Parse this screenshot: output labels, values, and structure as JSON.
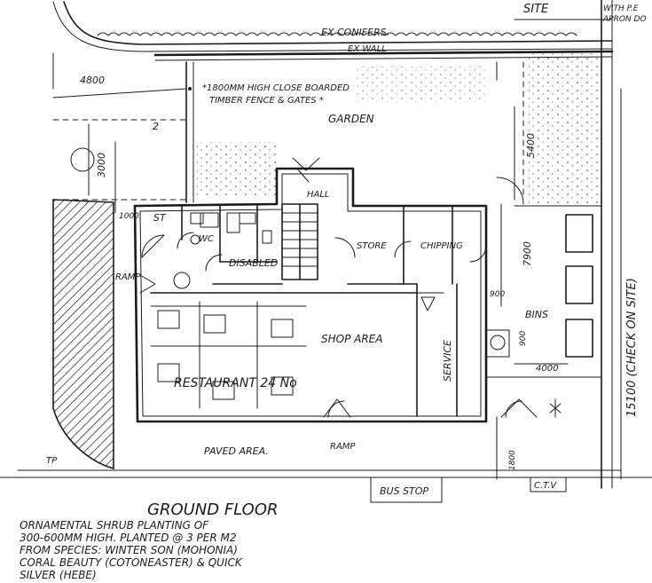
{
  "labels": {
    "site": "SITE",
    "with_pie": "WITH P.E",
    "apron_do": "APRON DO",
    "ex_conifers": "EX CONIFERS.",
    "ex_wall": "EX WALL",
    "dim_4800": "4800",
    "fence_line1": "*1800MM HIGH CLOSE BOARDED",
    "fence_line2": "TIMBER FENCE & GATES *",
    "garden": "GARDEN",
    "dim_3000": "3000",
    "dim_2": "2",
    "dim_5400": "5400",
    "hall": "HALL",
    "dim_1000": "1000",
    "st": "ST",
    "wc": "WC",
    "disabled": "DISABLED",
    "ramp_left": "RAMP",
    "store": "STORE",
    "chipping": "CHIPPING",
    "dim_7900": "7900",
    "dim_900_a": "900",
    "dim_900_b": "900",
    "bins": "BINS",
    "dim_4000": "4000",
    "shop_area": "SHOP AREA",
    "service": "SERVICE",
    "restaurant": "RESTAURANT 24 No",
    "check_on_site": "15100 (CHECK ON SITE)",
    "ramp_bottom": "RAMP",
    "paved_area": "PAVED AREA.",
    "tp": "TP",
    "dim_1800": "1800",
    "bus_stop": "BUS STOP",
    "ctv": "C.T.V",
    "title": "GROUND FLOOR"
  },
  "notes": [
    "ORNAMENTAL SHRUB PLANTING OF",
    "300-600MM HIGH. PLANTED @ 3 PER M2",
    "FROM SPECIES: WINTER SON (MOHONIA)",
    "CORAL BEAUTY (COTONEASTER) & QUICK",
    "SILVER (HEBE)"
  ]
}
